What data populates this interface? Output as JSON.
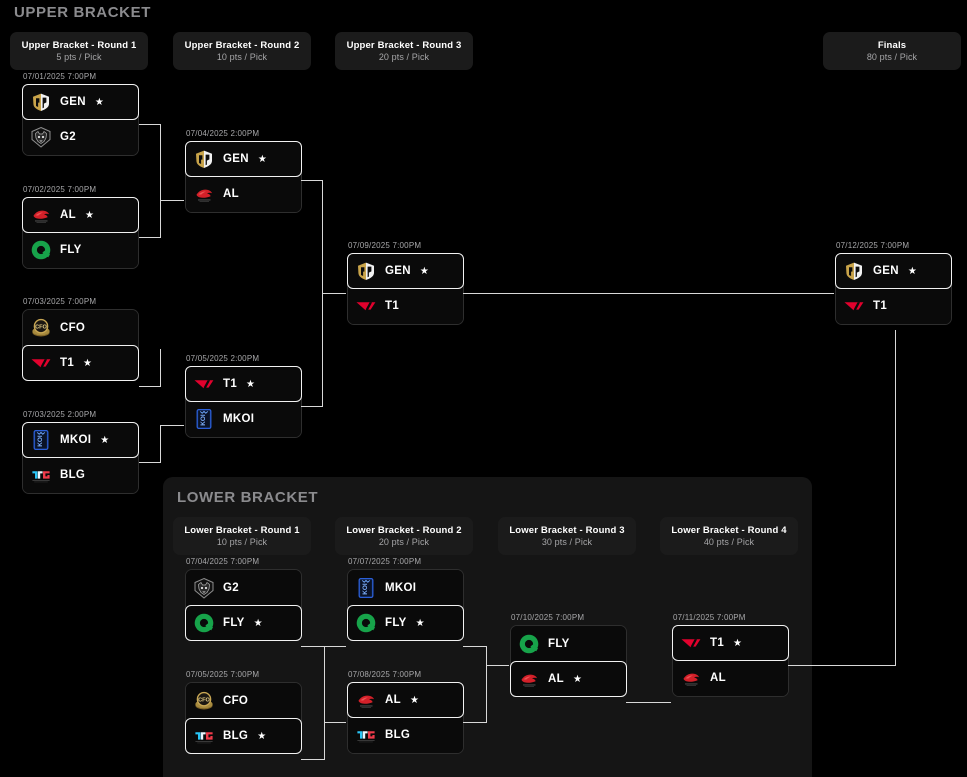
{
  "sections": {
    "upper_title": "UPPER BRACKET",
    "lower_title": "LOWER BRACKET"
  },
  "round_headers": [
    {
      "id": "ub-r1",
      "title": "Upper Bracket - Round 1",
      "points": "5 pts / Pick"
    },
    {
      "id": "ub-r2",
      "title": "Upper Bracket - Round 2",
      "points": "10 pts / Pick"
    },
    {
      "id": "ub-r3",
      "title": "Upper Bracket - Round 3",
      "points": "20 pts / Pick"
    },
    {
      "id": "finals",
      "title": "Finals",
      "points": "80 pts / Pick"
    },
    {
      "id": "lb-r1",
      "title": "Lower Bracket - Round 1",
      "points": "10 pts / Pick"
    },
    {
      "id": "lb-r2",
      "title": "Lower Bracket - Round 2",
      "points": "20 pts / Pick"
    },
    {
      "id": "lb-r3",
      "title": "Lower Bracket - Round 3",
      "points": "30 pts / Pick"
    },
    {
      "id": "lb-r4",
      "title": "Lower Bracket - Round 4",
      "points": "40 pts / Pick"
    }
  ],
  "matches": [
    {
      "id": "ub1-m1",
      "date": "07/01/2025 7:00PM",
      "teams": [
        {
          "code": "GEN",
          "logo": "gen-logo",
          "winner": true
        },
        {
          "code": "G2",
          "logo": "g2-logo",
          "winner": false
        }
      ]
    },
    {
      "id": "ub1-m2",
      "date": "07/02/2025 7:00PM",
      "teams": [
        {
          "code": "AL",
          "logo": "al-logo",
          "winner": true
        },
        {
          "code": "FLY",
          "logo": "fly-logo",
          "winner": false
        }
      ]
    },
    {
      "id": "ub1-m3",
      "date": "07/03/2025 7:00PM",
      "teams": [
        {
          "code": "CFO",
          "logo": "cfo-logo",
          "winner": false
        },
        {
          "code": "T1",
          "logo": "t1-logo",
          "winner": true
        }
      ]
    },
    {
      "id": "ub1-m4",
      "date": "07/03/2025 2:00PM",
      "teams": [
        {
          "code": "MKOI",
          "logo": "mkoi-logo",
          "winner": true
        },
        {
          "code": "BLG",
          "logo": "blg-logo",
          "winner": false
        }
      ]
    },
    {
      "id": "ub2-m1",
      "date": "07/04/2025 2:00PM",
      "teams": [
        {
          "code": "GEN",
          "logo": "gen-logo",
          "winner": true
        },
        {
          "code": "AL",
          "logo": "al-logo",
          "winner": false
        }
      ]
    },
    {
      "id": "ub2-m2",
      "date": "07/05/2025 2:00PM",
      "teams": [
        {
          "code": "T1",
          "logo": "t1-logo",
          "winner": true
        },
        {
          "code": "MKOI",
          "logo": "mkoi-logo",
          "winner": false
        }
      ]
    },
    {
      "id": "ub3-m1",
      "date": "07/09/2025 7:00PM",
      "teams": [
        {
          "code": "GEN",
          "logo": "gen-logo",
          "winner": true
        },
        {
          "code": "T1",
          "logo": "t1-logo",
          "winner": false
        }
      ]
    },
    {
      "id": "final-m1",
      "date": "07/12/2025 7:00PM",
      "teams": [
        {
          "code": "GEN",
          "logo": "gen-logo",
          "winner": true
        },
        {
          "code": "T1",
          "logo": "t1-logo",
          "winner": false
        }
      ]
    },
    {
      "id": "lb1-m1",
      "date": "07/04/2025 7:00PM",
      "teams": [
        {
          "code": "G2",
          "logo": "g2-logo",
          "winner": false
        },
        {
          "code": "FLY",
          "logo": "fly-logo",
          "winner": true
        }
      ]
    },
    {
      "id": "lb1-m2",
      "date": "07/05/2025 7:00PM",
      "teams": [
        {
          "code": "CFO",
          "logo": "cfo-logo",
          "winner": false
        },
        {
          "code": "BLG",
          "logo": "blg-logo",
          "winner": true
        }
      ]
    },
    {
      "id": "lb2-m1",
      "date": "07/07/2025 7:00PM",
      "teams": [
        {
          "code": "MKOI",
          "logo": "mkoi-logo",
          "winner": false
        },
        {
          "code": "FLY",
          "logo": "fly-logo",
          "winner": true
        }
      ]
    },
    {
      "id": "lb2-m2",
      "date": "07/08/2025 7:00PM",
      "teams": [
        {
          "code": "AL",
          "logo": "al-logo",
          "winner": true
        },
        {
          "code": "BLG",
          "logo": "blg-logo",
          "winner": false
        }
      ]
    },
    {
      "id": "lb3-m1",
      "date": "07/10/2025 7:00PM",
      "teams": [
        {
          "code": "FLY",
          "logo": "fly-logo",
          "winner": false
        },
        {
          "code": "AL",
          "logo": "al-logo",
          "winner": true
        }
      ]
    },
    {
      "id": "lb4-m1",
      "date": "07/11/2025 7:00PM",
      "teams": [
        {
          "code": "T1",
          "logo": "t1-logo",
          "winner": true
        },
        {
          "code": "AL",
          "logo": "al-logo",
          "winner": false
        }
      ]
    }
  ],
  "colors": {
    "background": "#000000",
    "panel": "#151515",
    "round_pill": "#1b1b1b",
    "match_bg": "#0a0a0a",
    "winner_border": "#f2f2f2",
    "connector": "#d8d8d8",
    "title_text": "#8b8b8e",
    "gen_gold": "#c9a44a",
    "t1_red": "#e2012d",
    "fly_green": "#17a34a",
    "mkoi_blue": "#2b5fd9",
    "blg_cyan": "#29c5f6",
    "cfo_gold": "#b08d3e",
    "al_red": "#d32029",
    "g2_grey": "#9a9a9a"
  },
  "winner_marker": "★"
}
